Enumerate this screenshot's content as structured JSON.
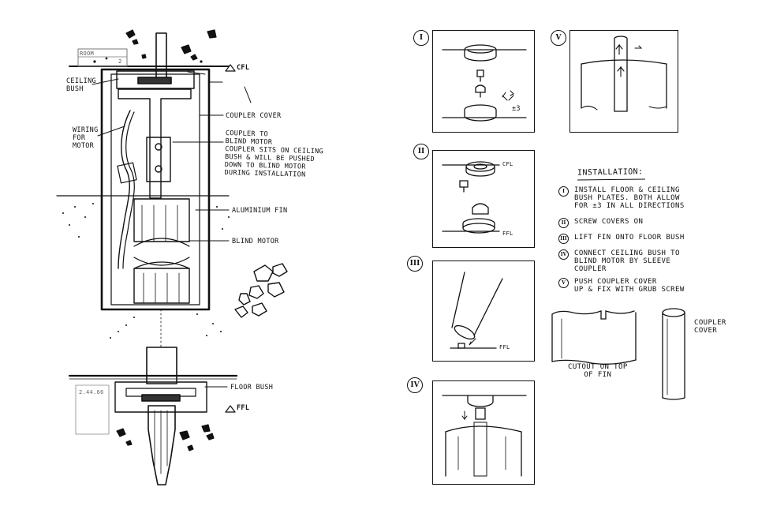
{
  "section_drawing": {
    "room_tag": {
      "label": "ROOM",
      "number": "2"
    },
    "level_tag": "2.44.66",
    "labels": {
      "cfl": "CFL",
      "ceiling_bush": "CEILING\nBUSH",
      "coupler_cover": "COUPLER COVER",
      "wiring": "WIRING\nFOR\nMOTOR",
      "coupler_note": "COUPLER TO\nBLIND MOTOR\nCOUPLER SITS ON CEILING\nBUSH & WILL BE PUSHED\nDOWN TO BLIND MOTOR\nDURING INSTALLATION",
      "aluminium_fin": "ALUMINIUM FIN",
      "blind_motor": "BLIND MOTOR",
      "floor_bush": "FLOOR BUSH",
      "ffl": "FFL"
    }
  },
  "steps": [
    {
      "num": "I",
      "labels": [
        "±3"
      ]
    },
    {
      "num": "II",
      "labels": [
        "CFL",
        "FFL"
      ]
    },
    {
      "num": "III",
      "labels": [
        "FFL"
      ]
    },
    {
      "num": "IV",
      "labels": []
    },
    {
      "num": "V",
      "labels": []
    }
  ],
  "installation": {
    "title": "INSTALLATION:",
    "items": [
      {
        "num": "I",
        "text": "INSTALL FLOOR & CEILING\nBUSH PLATES. BOTH ALLOW\nFOR ±3 IN ALL DIRECTIONS"
      },
      {
        "num": "II",
        "text": "SCREW COVERS ON"
      },
      {
        "num": "III",
        "text": "LIFT FIN ONTO FLOOR BUSH"
      },
      {
        "num": "IV",
        "text": "CONNECT CEILING BUSH TO\nBLIND MOTOR BY SLEEVE\nCOUPLER"
      },
      {
        "num": "V",
        "text": "PUSH COUPLER COVER\nUP & FIX WITH GRUB SCREW"
      }
    ]
  },
  "detail_labels": {
    "cutout": "CUTOUT ON TOP\nOF FIN",
    "coupler_cover": "COUPLER\nCOVER"
  }
}
